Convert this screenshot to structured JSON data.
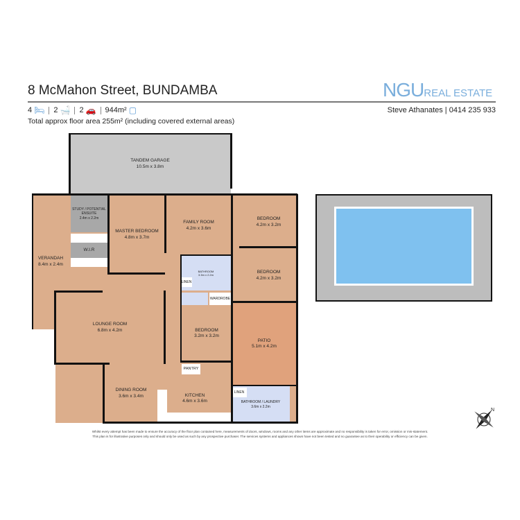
{
  "header": {
    "title": "8 McMahon Street, BUNDAMBA",
    "logo_main": "NGU",
    "logo_sub": "REAL ESTATE",
    "agent": "Steve Athanates | 0414 235 933",
    "stats": {
      "beds": "4",
      "baths": "2",
      "cars": "2",
      "land": "944m²"
    },
    "total_area": "Total approx floor area 255m² (including covered external areas)"
  },
  "colors": {
    "wood": "#dcae8c",
    "garage": "#c9c9c9",
    "wet": "#d5def4",
    "patio": "#e0a27c",
    "pool": "#7fc1ef",
    "brand": "#7aaedc"
  },
  "rooms": {
    "garage": {
      "name": "TANDEM GARAGE",
      "size": "10.5m x 3.8m"
    },
    "study": {
      "name": "STUDY / POTENTIAL ENSUITE",
      "size": "2.4m x 2.2m"
    },
    "wir": {
      "name": "W.I.R"
    },
    "master": {
      "name": "MASTER BEDROOM",
      "size": "4.8m x 3.7m"
    },
    "family": {
      "name": "FAMILY ROOM",
      "size": "4.2m x 3.6m"
    },
    "bed1": {
      "name": "BEDROOM",
      "size": "4.2m x 3.2m"
    },
    "bed2": {
      "name": "BEDROOM",
      "size": "4.2m x 3.2m"
    },
    "verandah": {
      "name": "VERANDAH",
      "size": "8.4m x 2.4m"
    },
    "bathroom": {
      "name": "BATHROOM",
      "size": "3.3m x 2.2m"
    },
    "linen1": {
      "name": "LINEN"
    },
    "wardrobe": {
      "name": "WARDROBE"
    },
    "lounge": {
      "name": "LOUNGE ROOM",
      "size": "6.8m x 4.2m"
    },
    "bed3": {
      "name": "BEDROOM",
      "size": "3.2m x 3.2m"
    },
    "patio": {
      "name": "PATIO",
      "size": "5.1m x 4.2m"
    },
    "pantry": {
      "name": "PANTRY"
    },
    "dining": {
      "name": "DINING ROOM",
      "size": "3.6m x 3.4m"
    },
    "kitchen": {
      "name": "KITCHEN",
      "size": "4.6m x 3.6m"
    },
    "linen2": {
      "name": "LINEN"
    },
    "laundry": {
      "name": "BATHROOM / LAUNDRY",
      "size": "3.6m x 2.2m"
    }
  },
  "compass": {
    "label": "N"
  },
  "disclaimer": [
    "Whilst every attempt has been made to ensure the accuracy of the floor plan contained here, measurements of doors, windows, rooms and any other items are approximate and no responsibility is taken for error, omission or mis-statement.",
    "This plan is for illustrative purposes only and should only be used as such by any prospective purchaser. The services systems and appliances shown have not been tested and no guarantee as to their operability or efficiency can be given."
  ]
}
